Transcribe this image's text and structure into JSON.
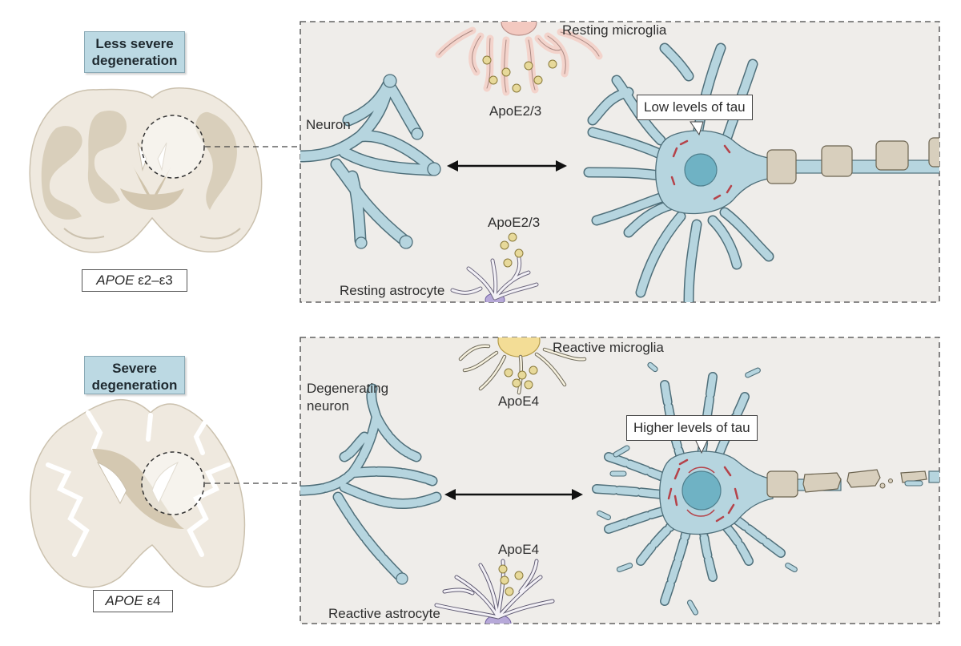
{
  "top_panel": {
    "title": "Less severe degeneration",
    "gene_italic": "APOE",
    "gene_suffix": " ε2–ε3",
    "microglia_label": "Resting microglia",
    "apoe_microglia": "ApoE2/3",
    "neuron_label": "Neuron",
    "apoe_astrocyte": "ApoE2/3",
    "astrocyte_label": "Resting astrocyte",
    "tau_callout": "Low levels of tau"
  },
  "bottom_panel": {
    "title": "Severe degeneration",
    "gene_italic": "APOE",
    "gene_suffix": " ε4",
    "microglia_label": "Reactive microglia",
    "apoe_microglia": "ApoE4",
    "neuron_label_line1": "Degenerating",
    "neuron_label_line2": "neuron",
    "apoe_astrocyte": "ApoE4",
    "astrocyte_label": "Reactive astrocyte",
    "tau_callout": "Higher levels of tau"
  },
  "colors": {
    "panel_bg": "#efedea",
    "neuron_fill": "#b6d5df",
    "neuron_stroke": "#4f6f7a",
    "brain_white": "#f0ebe3",
    "brain_grey": "#d6ccb8",
    "myelin": "#d8cfbd",
    "apoe_particle": "#e7d99a",
    "tau_mark": "#b5434a",
    "title_box": "#bcd9e3"
  }
}
